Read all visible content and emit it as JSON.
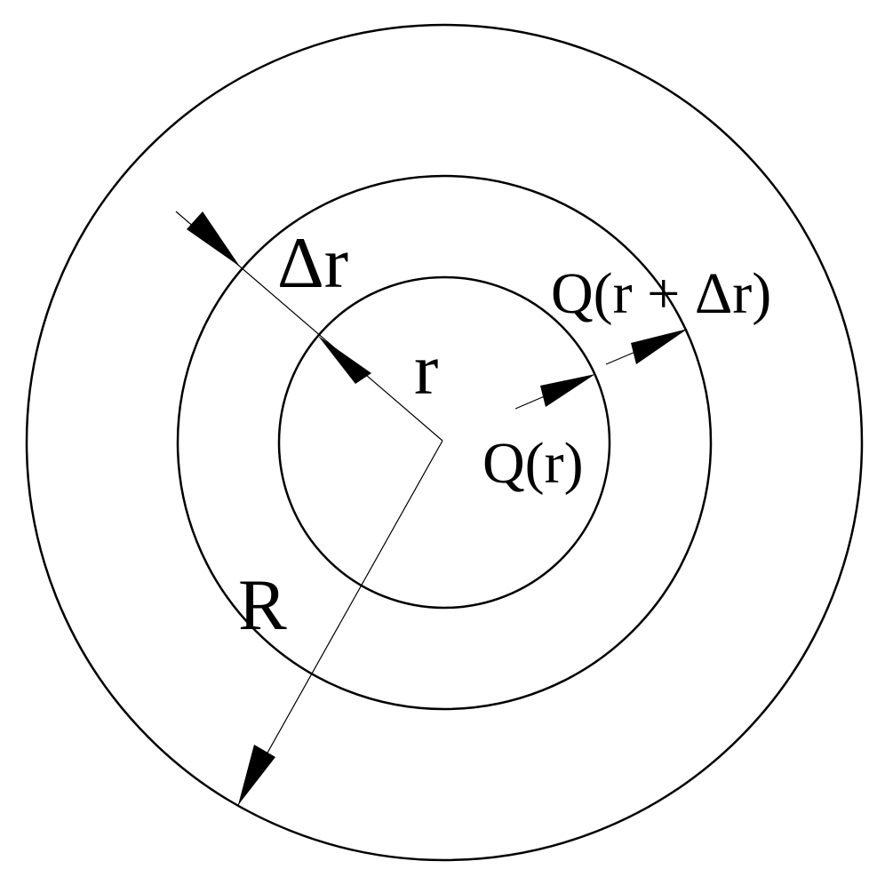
{
  "labels": {
    "delta_r": "Δr",
    "r": "r",
    "R": "R",
    "q_r": "Q(r)",
    "q_r_dr": "Q(r + Δr)"
  },
  "colors": {
    "stroke": "#000000",
    "background": "#ffffff"
  }
}
